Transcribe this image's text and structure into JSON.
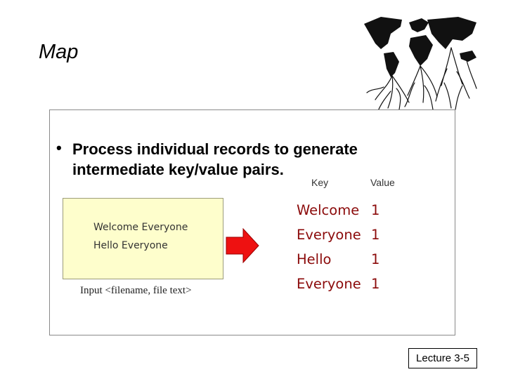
{
  "slide": {
    "title": "Map",
    "bullet": "•",
    "bullet_text": "Process individual records to generate intermediate key/value pairs.",
    "columns": {
      "key_label": "Key",
      "value_label": "Value"
    },
    "input": {
      "lines": [
        "Welcome Everyone",
        "Hello Everyone"
      ],
      "caption": "Input <filename, file text>"
    },
    "pairs": [
      {
        "key": "Welcome",
        "value": "1"
      },
      {
        "key": "Everyone",
        "value": "1"
      },
      {
        "key": "Hello",
        "value": "1"
      },
      {
        "key": "Everyone",
        "value": "1"
      }
    ],
    "footer": "Lecture 3-5"
  },
  "colors": {
    "arrow": "#ee1111",
    "pair_text": "#8b0a0a",
    "input_fill": "#fefecc"
  },
  "icons": {
    "arrow": "right-arrow-icon",
    "art": "world-map-roots-icon"
  }
}
